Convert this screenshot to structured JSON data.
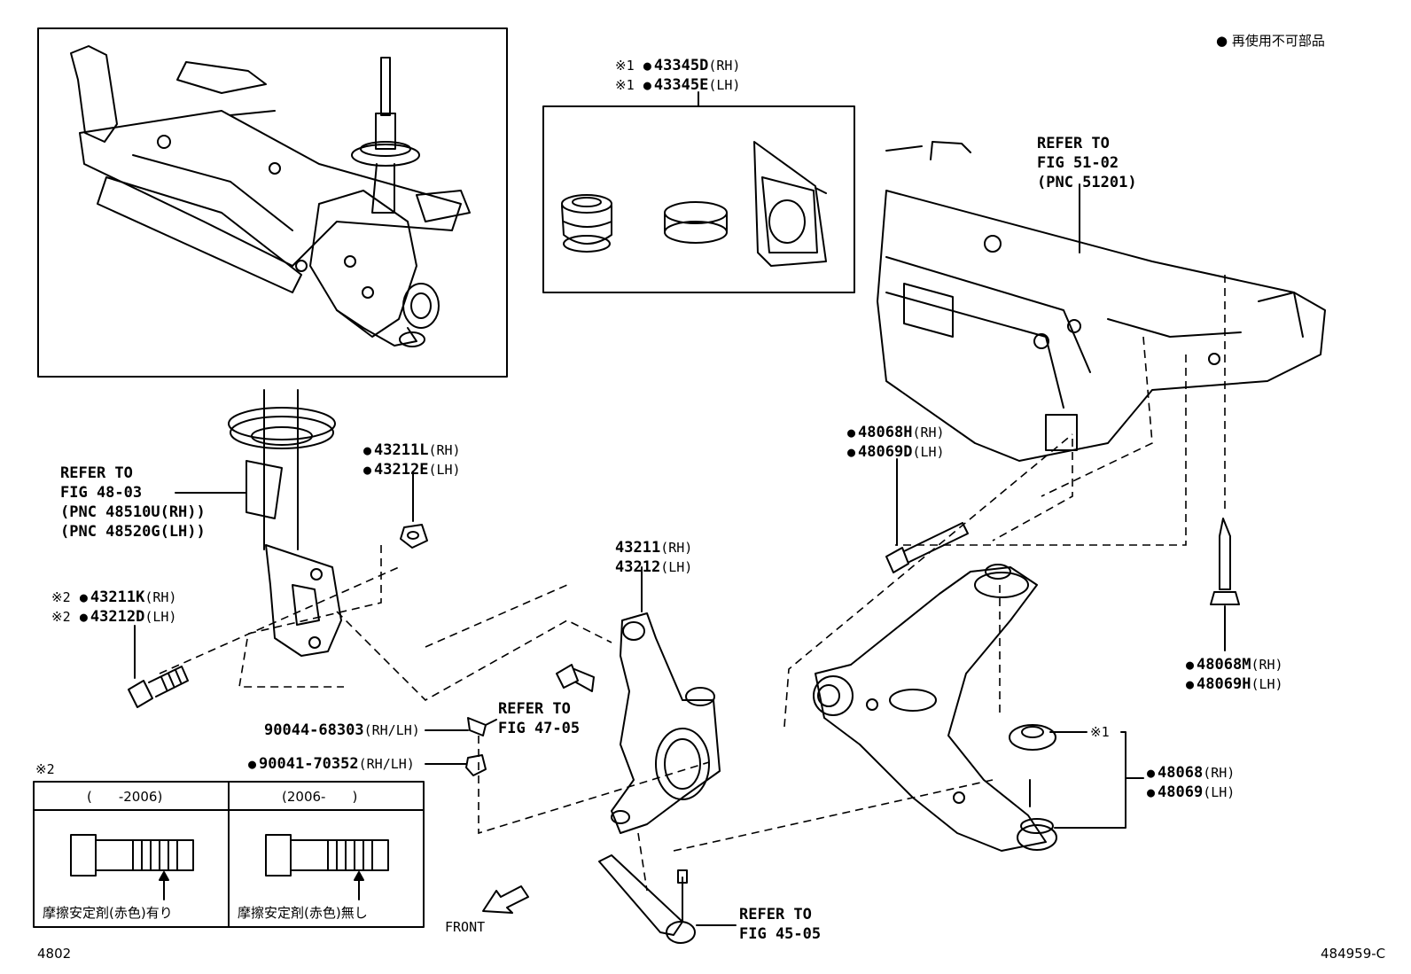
{
  "legend": {
    "symbol": "●",
    "text": "再使用不可部品"
  },
  "labels": {
    "cap_note1": "※1",
    "p43345d": "43345D",
    "p43345d_side": "(RH)",
    "cap_note2": "※1",
    "p43345e": "43345E",
    "p43345e_side": "(LH)",
    "ref_frame_l1": "REFER TO",
    "ref_frame_l2": "FIG 51-02",
    "ref_frame_l3": "(PNC 51201)",
    "ref_strut_l1": "REFER TO",
    "ref_strut_l2": "FIG 48-03",
    "ref_strut_l3": "(PNC 48510U(RH))",
    "ref_strut_l4": "(PNC 48520G(LH))",
    "p43211l": "43211L",
    "p43211l_side": "(RH)",
    "p43212e": "43212E",
    "p43212e_side": "(LH)",
    "p48068h": "48068H",
    "p48068h_side": "(RH)",
    "p48069d": "48069D",
    "p48069d_side": "(LH)",
    "bolt_note1": "※2",
    "p43211k": "43211K",
    "p43211k_side": "(RH)",
    "bolt_note2": "※2",
    "p43212d": "43212D",
    "p43212d_side": "(LH)",
    "p43211": "43211",
    "p43211_side": "(RH)",
    "p43212": "43212",
    "p43212_side": "(LH)",
    "ref_knuckle_l1": "REFER TO",
    "ref_knuckle_l2": "FIG 47-05",
    "p9004468303": "90044-68303",
    "p9004468303_side": "(RH/LH)",
    "p9004170352": "90041-70352",
    "p9004170352_side": "(RH/LH)",
    "p48068m": "48068M",
    "p48068m_side": "(RH)",
    "p48069h": "48069H",
    "p48069h_side": "(LH)",
    "arm_note": "※1",
    "p48068": "48068",
    "p48068_side": "(RH)",
    "p48069": "48069",
    "p48069_side": "(LH)",
    "ref_tie_l1": "REFER TO",
    "ref_tie_l2": "FIG 45-05",
    "front": "FRONT",
    "fig_no": "4802",
    "illus_no": "484959-C"
  },
  "table": {
    "note": "※2",
    "col1_header": "(　　-2006)",
    "col2_header": "(2006-　　)",
    "col1_caption": "摩擦安定剤(赤色)有り",
    "col2_caption": "摩擦安定剤(赤色)無し"
  }
}
